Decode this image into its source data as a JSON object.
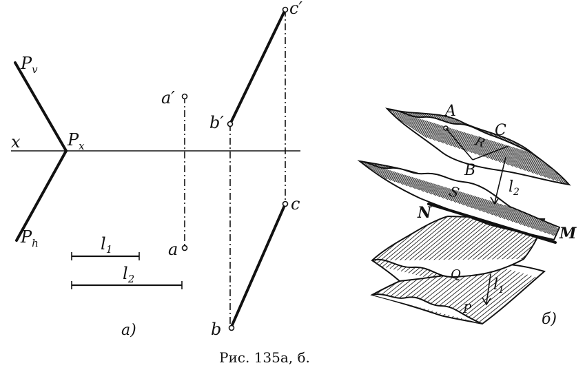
{
  "labels": {
    "Pv": "P",
    "Pv_sub": "v",
    "Ph": "P",
    "Ph_sub": "h",
    "Px": "P",
    "Px_sub": "x",
    "x_axis": "x",
    "a_prime": "a′",
    "a": "a",
    "b_prime": "b′",
    "b": "b",
    "c_prime": "c′",
    "c": "c",
    "l1": "l",
    "l1_sub": "1",
    "l2": "l",
    "l2_sub": "2",
    "part_a": "а)",
    "part_b": "б)"
  },
  "labels_3d": {
    "A": "A",
    "B": "B",
    "C": "C",
    "N": "N",
    "M": "M",
    "l2": "l",
    "l2_sub": "2",
    "l1": "l",
    "l1_sub": "1",
    "S": "S",
    "R": "R",
    "Q": "Q",
    "P": "P"
  },
  "caption": "Рис. 135а, б."
}
